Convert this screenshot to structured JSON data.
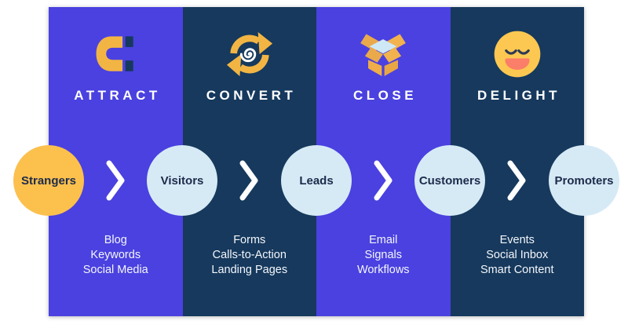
{
  "diagram": {
    "name": "inbound-marketing-funnel",
    "colors": {
      "stage_purple": "#4a41e0",
      "stage_navy": "#16395d",
      "icon_yellow": "#f2b544",
      "smiley_yellow": "#fdc851",
      "persona_yellow": "#fcc04d",
      "persona_light_blue": "#d6eaf6",
      "mouth_coral": "#fb7e68",
      "text_white": "#ffffff",
      "text_dark_navy": "#1c2b4a"
    }
  },
  "stages": [
    {
      "label": "ATTRACT",
      "icon": "magnet-icon",
      "theme": "purple",
      "items": [
        "Blog",
        "Keywords",
        "Social Media"
      ]
    },
    {
      "label": "CONVERT",
      "icon": "sync-arrows-icon",
      "theme": "navy",
      "items": [
        "Forms",
        "Calls-to-Action",
        "Landing Pages"
      ]
    },
    {
      "label": "CLOSE",
      "icon": "open-box-icon",
      "theme": "purple",
      "items": [
        "Email",
        "Signals",
        "Workflows"
      ]
    },
    {
      "label": "DELIGHT",
      "icon": "smiley-icon",
      "theme": "navy",
      "items": [
        "Events",
        "Social Inbox",
        "Smart Content"
      ]
    }
  ],
  "personas": [
    {
      "label": "Strangers",
      "fill": "#fcc04d"
    },
    {
      "label": "Visitors",
      "fill": "#d6eaf6"
    },
    {
      "label": "Leads",
      "fill": "#d6eaf6"
    },
    {
      "label": "Customers",
      "fill": "#d6eaf6"
    },
    {
      "label": "Promoters",
      "fill": "#d6eaf6"
    }
  ]
}
